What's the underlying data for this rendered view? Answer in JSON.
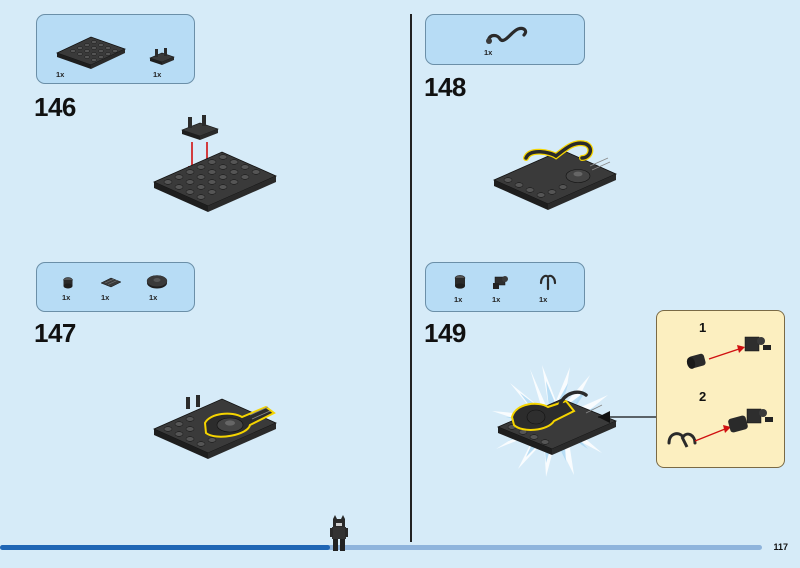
{
  "page_number": "117",
  "steps": [
    {
      "number": "146",
      "parts": [
        {
          "qty": "1x",
          "icon": "black-plate-4x6"
        },
        {
          "qty": "1x",
          "icon": "black-clip-plate"
        }
      ]
    },
    {
      "number": "147",
      "parts": [
        {
          "qty": "1x",
          "icon": "black-round-1x1"
        },
        {
          "qty": "1x",
          "icon": "black-tile-grille"
        },
        {
          "qty": "1x",
          "icon": "black-round-plate-2x2"
        }
      ]
    },
    {
      "number": "148",
      "parts": [
        {
          "qty": "1x",
          "icon": "black-tail-hose"
        }
      ]
    },
    {
      "number": "149",
      "parts": [
        {
          "qty": "1x",
          "icon": "black-round-brick"
        },
        {
          "qty": "1x",
          "icon": "black-clip-hinge"
        },
        {
          "qty": "1x",
          "icon": "black-claw"
        }
      ]
    }
  ],
  "sub_steps": [
    {
      "number": "1"
    },
    {
      "number": "2"
    }
  ],
  "colors": {
    "background": "#d6ebf8",
    "parts_box": "#b7dcf5",
    "sub_box": "#fcefc0",
    "progress_bar": "#1f66b5",
    "highlight": "#f5d400",
    "arrow": "#d01010"
  }
}
